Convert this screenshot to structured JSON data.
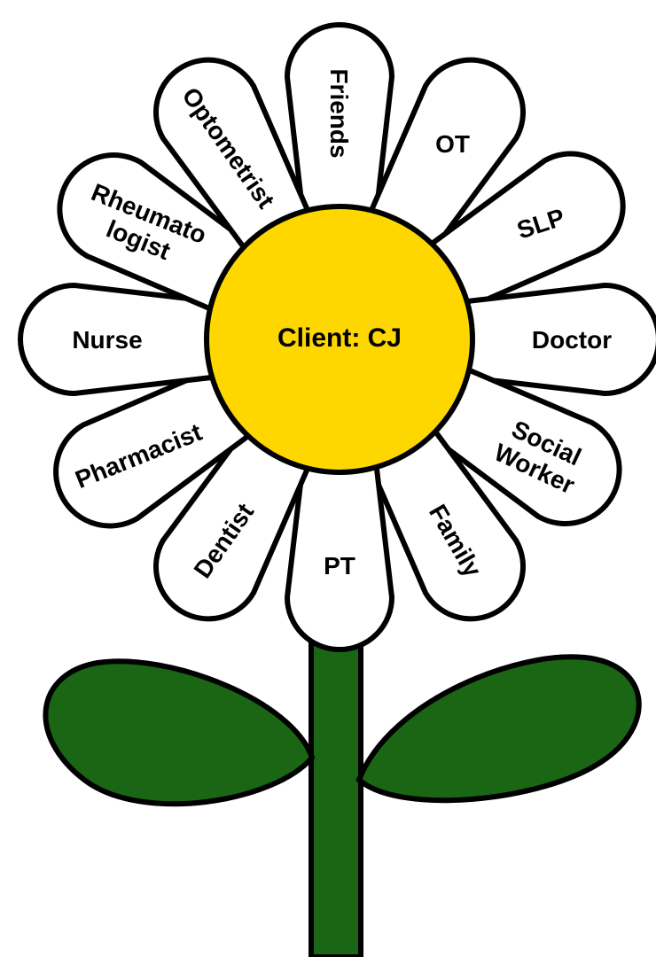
{
  "center": {
    "label": "Client: CJ"
  },
  "petals": [
    {
      "label": "Friends"
    },
    {
      "label": "OT"
    },
    {
      "label": "SLP"
    },
    {
      "label": "Doctor"
    },
    {
      "label": "Social Worker"
    },
    {
      "label": "Family"
    },
    {
      "label": "PT"
    },
    {
      "label": "Dentist"
    },
    {
      "label": "Pharmacist"
    },
    {
      "label": "Nurse"
    },
    {
      "label": "Rheumato logist"
    },
    {
      "label": "Optometrist"
    }
  ],
  "colors": {
    "center": "#ffd700",
    "leaf": "#1a6614",
    "stem": "#1a6614",
    "petal": "#ffffff",
    "outline": "#000000"
  }
}
